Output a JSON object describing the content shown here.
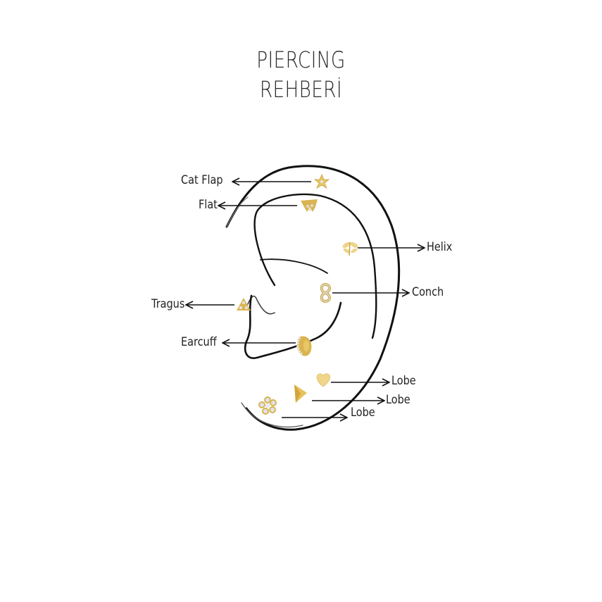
{
  "title": {
    "line1": "PIERCING",
    "line2": "REHBERİ"
  },
  "colors": {
    "outline": "#111111",
    "gold": "#d8b24a",
    "gold_light": "#f0d98a",
    "stone": "#dcdcdc",
    "text": "#222222"
  },
  "piercings": [
    {
      "name": "Cat Flap",
      "label": "Cat Flap",
      "jewelry": "star-stud",
      "side": "left"
    },
    {
      "name": "Flat",
      "label": "Flat",
      "jewelry": "crown-stud",
      "side": "left"
    },
    {
      "name": "Helix",
      "label": "Helix",
      "jewelry": "dragonfly-stud",
      "side": "right"
    },
    {
      "name": "Conch",
      "label": "Conch",
      "jewelry": "infinity-stud",
      "side": "right"
    },
    {
      "name": "Tragus",
      "label": "Tragus",
      "jewelry": "triangle-pave-stud",
      "side": "left"
    },
    {
      "name": "Earcuff",
      "label": "Earcuff",
      "jewelry": "pave-huggie-cuff",
      "side": "left"
    },
    {
      "name": "Lobe 1",
      "label": "Lobe",
      "jewelry": "heart-stud",
      "side": "right"
    },
    {
      "name": "Lobe 2",
      "label": "Lobe",
      "jewelry": "pyramid-stud",
      "side": "right"
    },
    {
      "name": "Lobe 3",
      "label": "Lobe",
      "jewelry": "flower-crystal-stud",
      "side": "right"
    }
  ]
}
